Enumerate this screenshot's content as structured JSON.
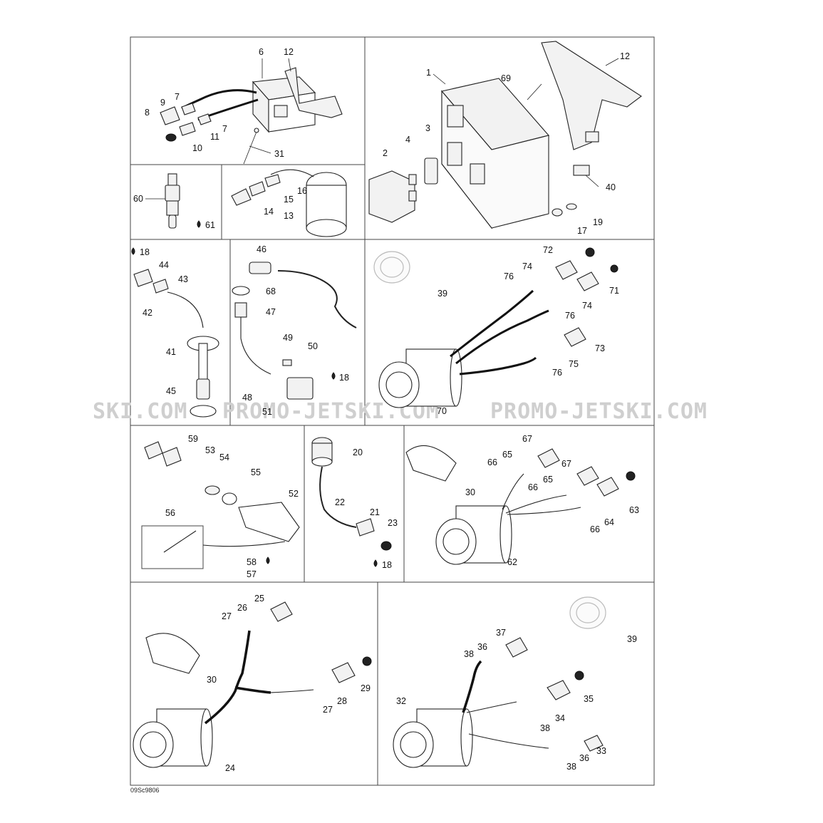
{
  "diagram": {
    "watermark": [
      "SKI.COM",
      "PROMO-JETSKI.COM",
      "PROMO-JETSKI.COM"
    ],
    "figure_ref": "09Sc9806",
    "labels": {
      "p1_6": "6",
      "p1_12": "12",
      "p1_7a": "7",
      "p1_9": "9",
      "p1_8": "8",
      "p1_7b": "7",
      "p1_11": "11",
      "p1_10": "10",
      "p1_31": "31",
      "p2_12": "12",
      "p2_1": "1",
      "p2_69": "69",
      "p2_3": "3",
      "p2_4": "4",
      "p2_2": "2",
      "p2_40": "40",
      "p2_19": "19",
      "p2_17": "17",
      "p3_60": "60",
      "p3_61": "61",
      "p4_16": "16",
      "p4_15": "15",
      "p4_14": "14",
      "p4_13": "13",
      "p5_18": "18",
      "p5_44": "44",
      "p5_43": "43",
      "p5_42": "42",
      "p5_41": "41",
      "p5_45": "45",
      "p6_46": "46",
      "p6_68": "68",
      "p6_47": "47",
      "p6_49": "49",
      "p6_50": "50",
      "p6_18": "18",
      "p6_48": "48",
      "p6_51": "51",
      "p7_39": "39",
      "p7_72": "72",
      "p7_74a": "74",
      "p7_76a": "76",
      "p7_71": "71",
      "p7_74b": "74",
      "p7_76b": "76",
      "p7_73": "73",
      "p7_75": "75",
      "p7_76c": "76",
      "p7_70": "70",
      "p8_59": "59",
      "p8_53": "53",
      "p8_54": "54",
      "p8_55": "55",
      "p8_52": "52",
      "p8_56": "56",
      "p8_58": "58",
      "p8_57": "57",
      "p9_20": "20",
      "p9_22": "22",
      "p9_21": "21",
      "p9_23": "23",
      "p9_18": "18",
      "p10_67": "67",
      "p10_65a": "65",
      "p10_66a": "66",
      "p10_30": "30",
      "p10_67b": "67",
      "p10_65b": "65",
      "p10_66b": "66",
      "p10_63": "63",
      "p10_64": "64",
      "p10_66c": "66",
      "p10_62": "62",
      "p11_25": "25",
      "p11_26": "26",
      "p11_27a": "27",
      "p11_30": "30",
      "p11_29": "29",
      "p11_28": "28",
      "p11_27b": "27",
      "p11_24": "24",
      "p12_39": "39",
      "p12_37": "37",
      "p12_36a": "36",
      "p12_38a": "38",
      "p12_35": "35",
      "p12_32": "32",
      "p12_34": "34",
      "p12_38b": "38",
      "p12_33": "33",
      "p12_36b": "36",
      "p12_38c": "38"
    }
  }
}
